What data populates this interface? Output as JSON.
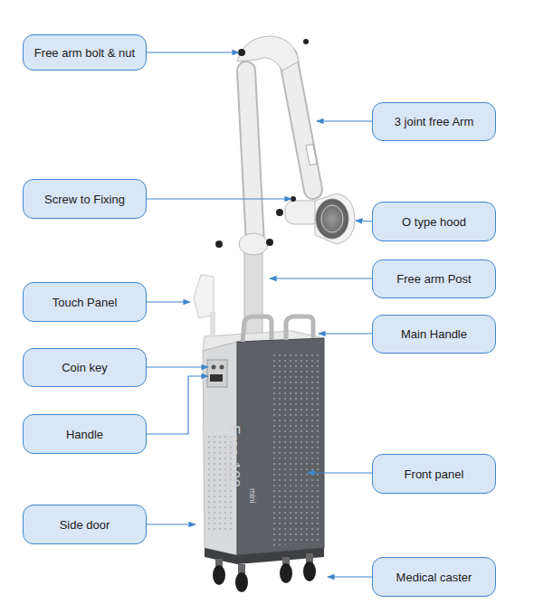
{
  "diagram": {
    "nodes": [
      {
        "text": [
          "Free arm bolt & nut"
        ]
      },
      {
        "text": [
          "3 joint free Arm"
        ]
      },
      {
        "text": [
          "Screw to Fixing"
        ]
      },
      {
        "text": [
          "O type hood"
        ]
      },
      {
        "text": [
          "Free arm Post"
        ]
      },
      {
        "text": [
          "Touch Panel"
        ]
      },
      {
        "text": [
          "Main Handle"
        ]
      },
      {
        "text": [
          "Coin key"
        ]
      },
      {
        "text": [
          "Handle"
        ]
      },
      {
        "text": [
          "Front panel"
        ]
      },
      {
        "text": [
          "Side door"
        ]
      },
      {
        "text": [
          "Medical caster"
        ]
      }
    ],
    "labels": [
      "Free-100",
      "mini"
    ]
  }
}
